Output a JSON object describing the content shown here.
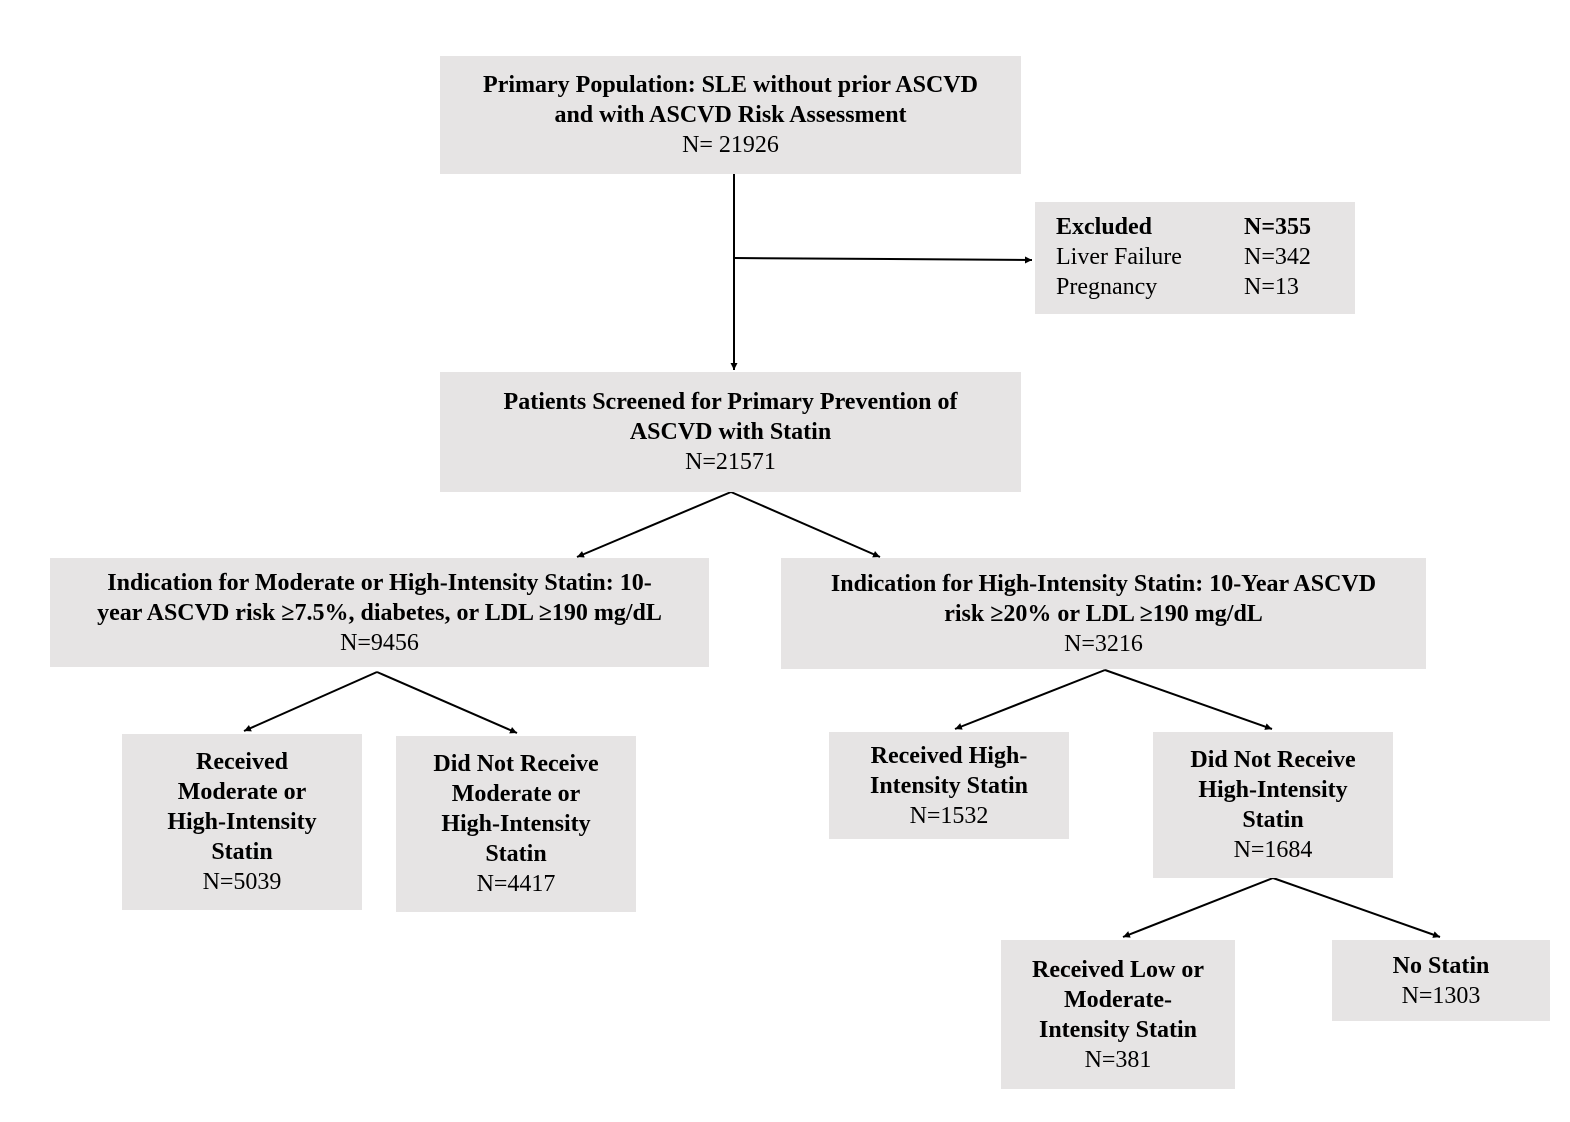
{
  "primary": {
    "title_line1": "Primary Population: SLE without prior ASCVD",
    "title_line2": "and with ASCVD Risk Assessment",
    "n": "N= 21926"
  },
  "excluded": {
    "header_label": "Excluded",
    "header_n": "N=355",
    "rows": [
      {
        "label": "Liver Failure",
        "n": "N=342"
      },
      {
        "label": "Pregnancy",
        "n": "N=13"
      }
    ]
  },
  "screened": {
    "title_line1": "Patients Screened for Primary Prevention of",
    "title_line2": "ASCVD with Statin",
    "n": "N=21571"
  },
  "mod_high": {
    "title_line1": "Indication for Moderate or High-Intensity Statin: 10-",
    "title_line2": "year ASCVD risk ≥7.5%, diabetes, or LDL ≥190 mg/dL",
    "n": "N=9456"
  },
  "high": {
    "title_line1": "Indication for High-Intensity Statin: 10-Year ASCVD",
    "title_line2": "risk ≥20% or LDL ≥190 mg/dL",
    "n": "N=3216"
  },
  "received_mod_high": {
    "line1": "Received",
    "line2": "Moderate or",
    "line3": "High-Intensity",
    "line4": "Statin",
    "n": "N=5039"
  },
  "not_received_mod_high": {
    "line1": "Did Not Receive",
    "line2": "Moderate or",
    "line3": "High-Intensity",
    "line4": "Statin",
    "n": "N=4417"
  },
  "received_high": {
    "line1": "Received High-",
    "line2": "Intensity Statin",
    "n": "N=1532"
  },
  "not_received_high": {
    "line1": "Did Not Receive",
    "line2": "High-Intensity",
    "line3": "Statin",
    "n": "N=1684"
  },
  "low_mod": {
    "line1": "Received Low or",
    "line2": "Moderate-",
    "line3": "Intensity Statin",
    "n": "N=381"
  },
  "no_statin": {
    "line1": "No Statin",
    "n": "N=1303"
  }
}
